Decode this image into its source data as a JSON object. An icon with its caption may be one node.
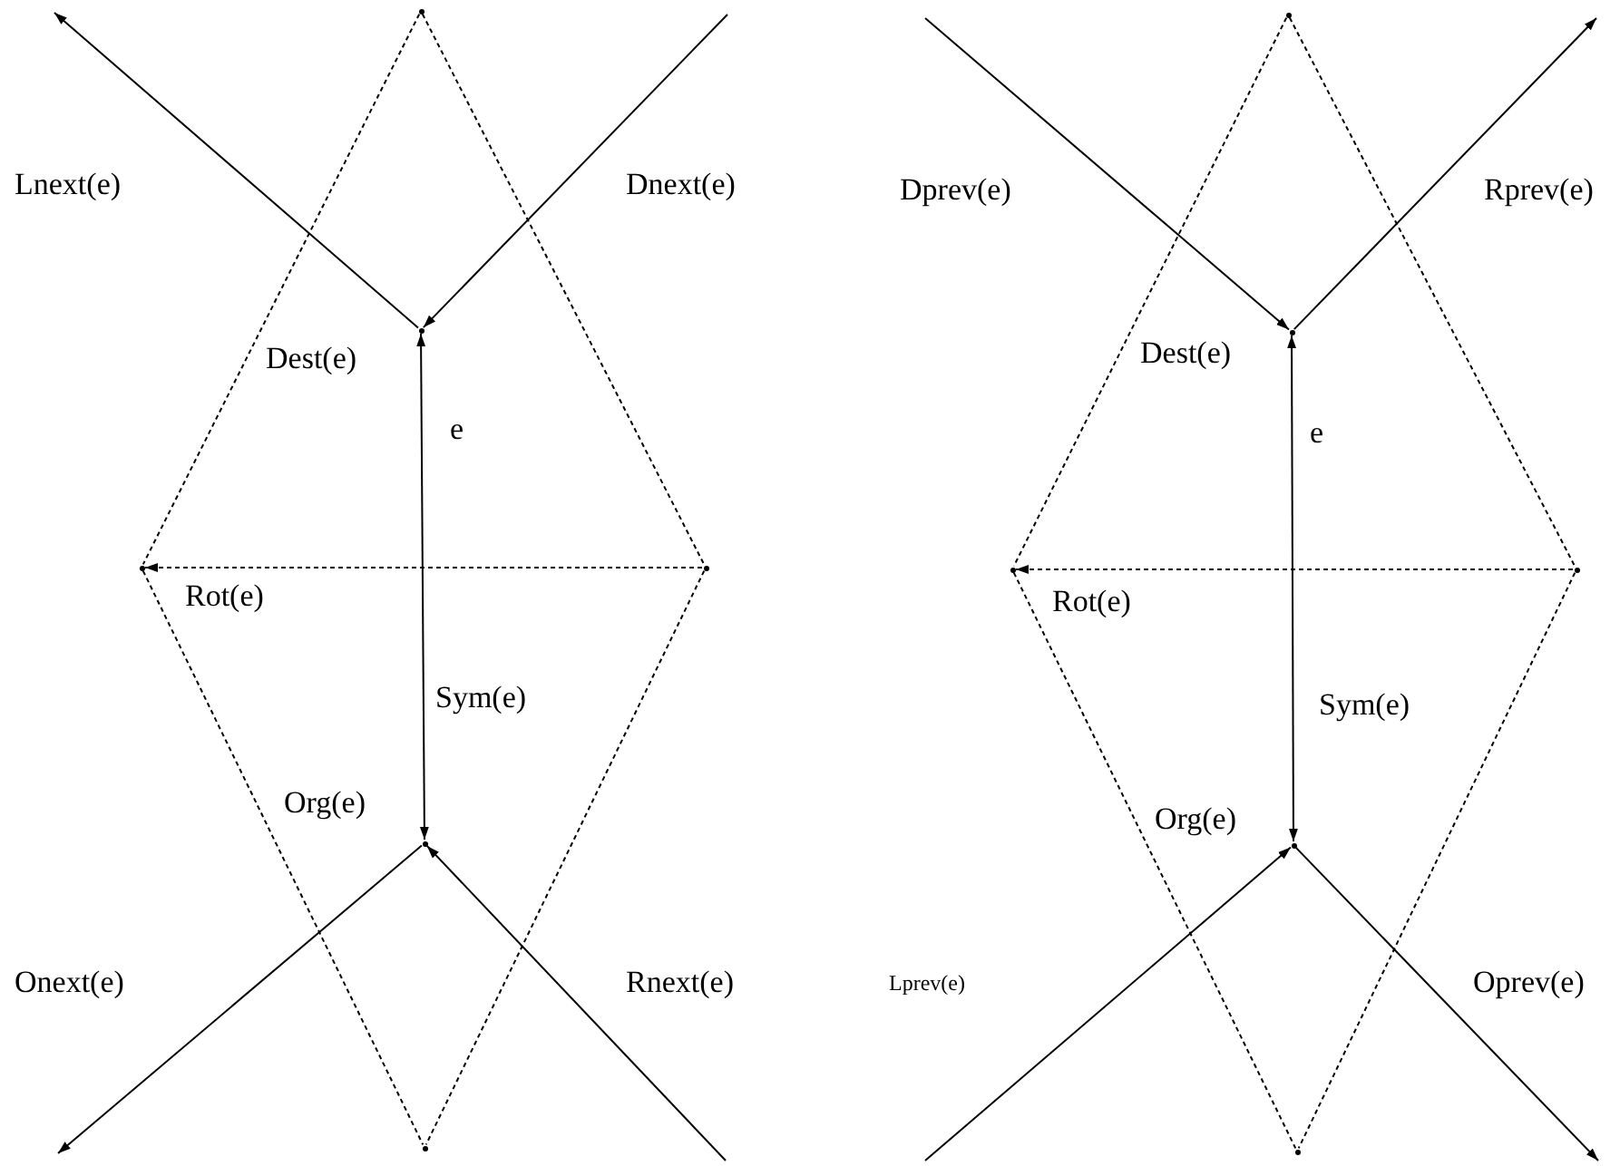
{
  "diagram": {
    "nodes": [
      {
        "text": [],
        "shape": "point"
      },
      {
        "text": [],
        "shape": "point",
        "beside": [
          "Dest(e)"
        ]
      },
      {
        "text": [],
        "shape": "point"
      },
      {
        "text": [],
        "shape": "point"
      },
      {
        "text": [],
        "shape": "point",
        "beside": [
          "Org(e)"
        ]
      },
      {
        "text": [],
        "shape": "point"
      },
      {
        "text": [],
        "shape": "point"
      },
      {
        "text": [],
        "shape": "point",
        "beside": [
          "Dest(e)"
        ]
      },
      {
        "text": [],
        "shape": "point"
      },
      {
        "text": [],
        "shape": "point"
      },
      {
        "text": [],
        "shape": "point",
        "beside": [
          "Org(e)"
        ]
      },
      {
        "text": [],
        "shape": "point"
      }
    ],
    "edges": [
      {
        "from": 4,
        "to": 1,
        "arrow": "both",
        "label": "e"
      },
      {
        "from": 3,
        "to": 2,
        "arrow": "to",
        "style": "dashed",
        "label": "Rot(e)"
      },
      {
        "from": 0,
        "to": 2,
        "arrow": "none",
        "style": "dashed"
      },
      {
        "from": 0,
        "to": 3,
        "arrow": "none",
        "style": "dashed"
      },
      {
        "from": 2,
        "to": 5,
        "arrow": "none",
        "style": "dashed"
      },
      {
        "from": 3,
        "to": 5,
        "arrow": "none",
        "style": "dashed"
      },
      {
        "from": 1,
        "to": null,
        "arrow": "to"
      },
      {
        "from": null,
        "to": 1,
        "arrow": "to"
      },
      {
        "from": 4,
        "to": null,
        "arrow": "to"
      },
      {
        "from": null,
        "to": 4,
        "arrow": "to"
      },
      {
        "from": 10,
        "to": 7,
        "arrow": "both",
        "label": "e"
      },
      {
        "from": 9,
        "to": 8,
        "arrow": "to",
        "style": "dashed",
        "label": "Rot(e)"
      },
      {
        "from": 6,
        "to": 8,
        "arrow": "none",
        "style": "dashed"
      },
      {
        "from": 6,
        "to": 9,
        "arrow": "none",
        "style": "dashed"
      },
      {
        "from": 8,
        "to": 11,
        "arrow": "none",
        "style": "dashed"
      },
      {
        "from": 9,
        "to": 11,
        "arrow": "none",
        "style": "dashed"
      },
      {
        "from": null,
        "to": 7,
        "arrow": "to"
      },
      {
        "from": 7,
        "to": null,
        "arrow": "to"
      },
      {
        "from": null,
        "to": 10,
        "arrow": "to"
      },
      {
        "from": 10,
        "to": null,
        "arrow": "to"
      }
    ],
    "labels": [
      "Lnext(e)",
      "Dnext(e)",
      "Sym(e)",
      "Onext(e)",
      "Rnext(e)",
      "Dprev(e)",
      "Rprev(e)",
      "Sym(e)",
      "Lprev(e)",
      "Oprev(e)"
    ]
  }
}
